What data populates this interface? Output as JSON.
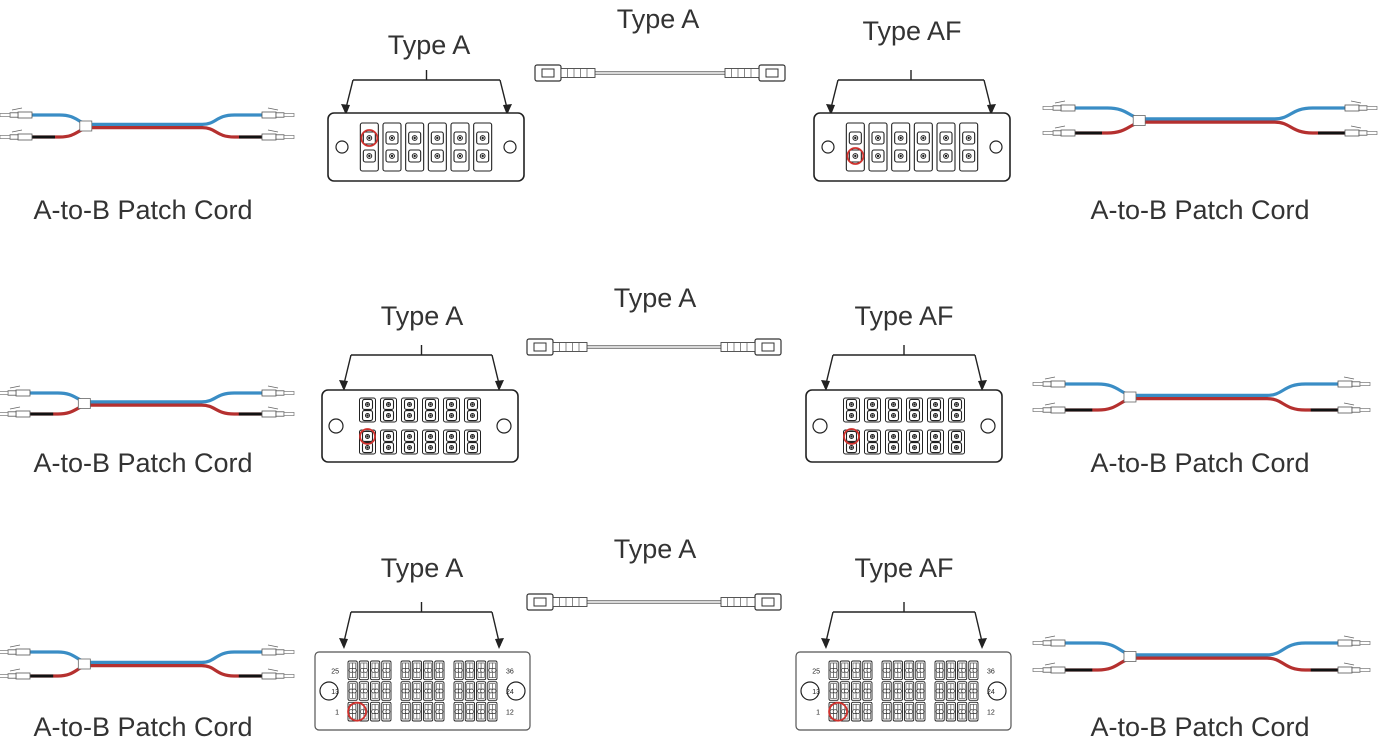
{
  "colors": {
    "cable_blue": "#3a8dc5",
    "cable_red": "#b5302f",
    "highlight": "#d0312d",
    "line": "#222222"
  },
  "rows": [
    {
      "left_cord_label": "A-to-B Patch Cord",
      "left_cassette_label": "Type A",
      "trunk_label": "Type A",
      "right_cassette_label": "Type AF",
      "right_cord_label": "A-to-B Patch Cord",
      "cassette_ports": 12,
      "left_highlight_port": 1,
      "right_highlight_port": 2
    },
    {
      "left_cord_label": "A-to-B Patch Cord",
      "left_cassette_label": "Type A",
      "trunk_label": "Type A",
      "right_cassette_label": "Type AF",
      "right_cord_label": "A-to-B Patch Cord",
      "cassette_ports": 24,
      "left_highlight_port": 1,
      "right_highlight_port": 1
    },
    {
      "left_cord_label": "A-to-B Patch Cord",
      "left_cassette_label": "Type A",
      "trunk_label": "Type A",
      "right_cassette_label": "Type AF",
      "right_cord_label": "A-to-B Patch Cord",
      "cassette_ports": 36,
      "left_highlight_port": 1,
      "right_highlight_port": 1,
      "port_numbers": [
        "25",
        "13",
        "1",
        "36",
        "24",
        "12"
      ]
    }
  ]
}
